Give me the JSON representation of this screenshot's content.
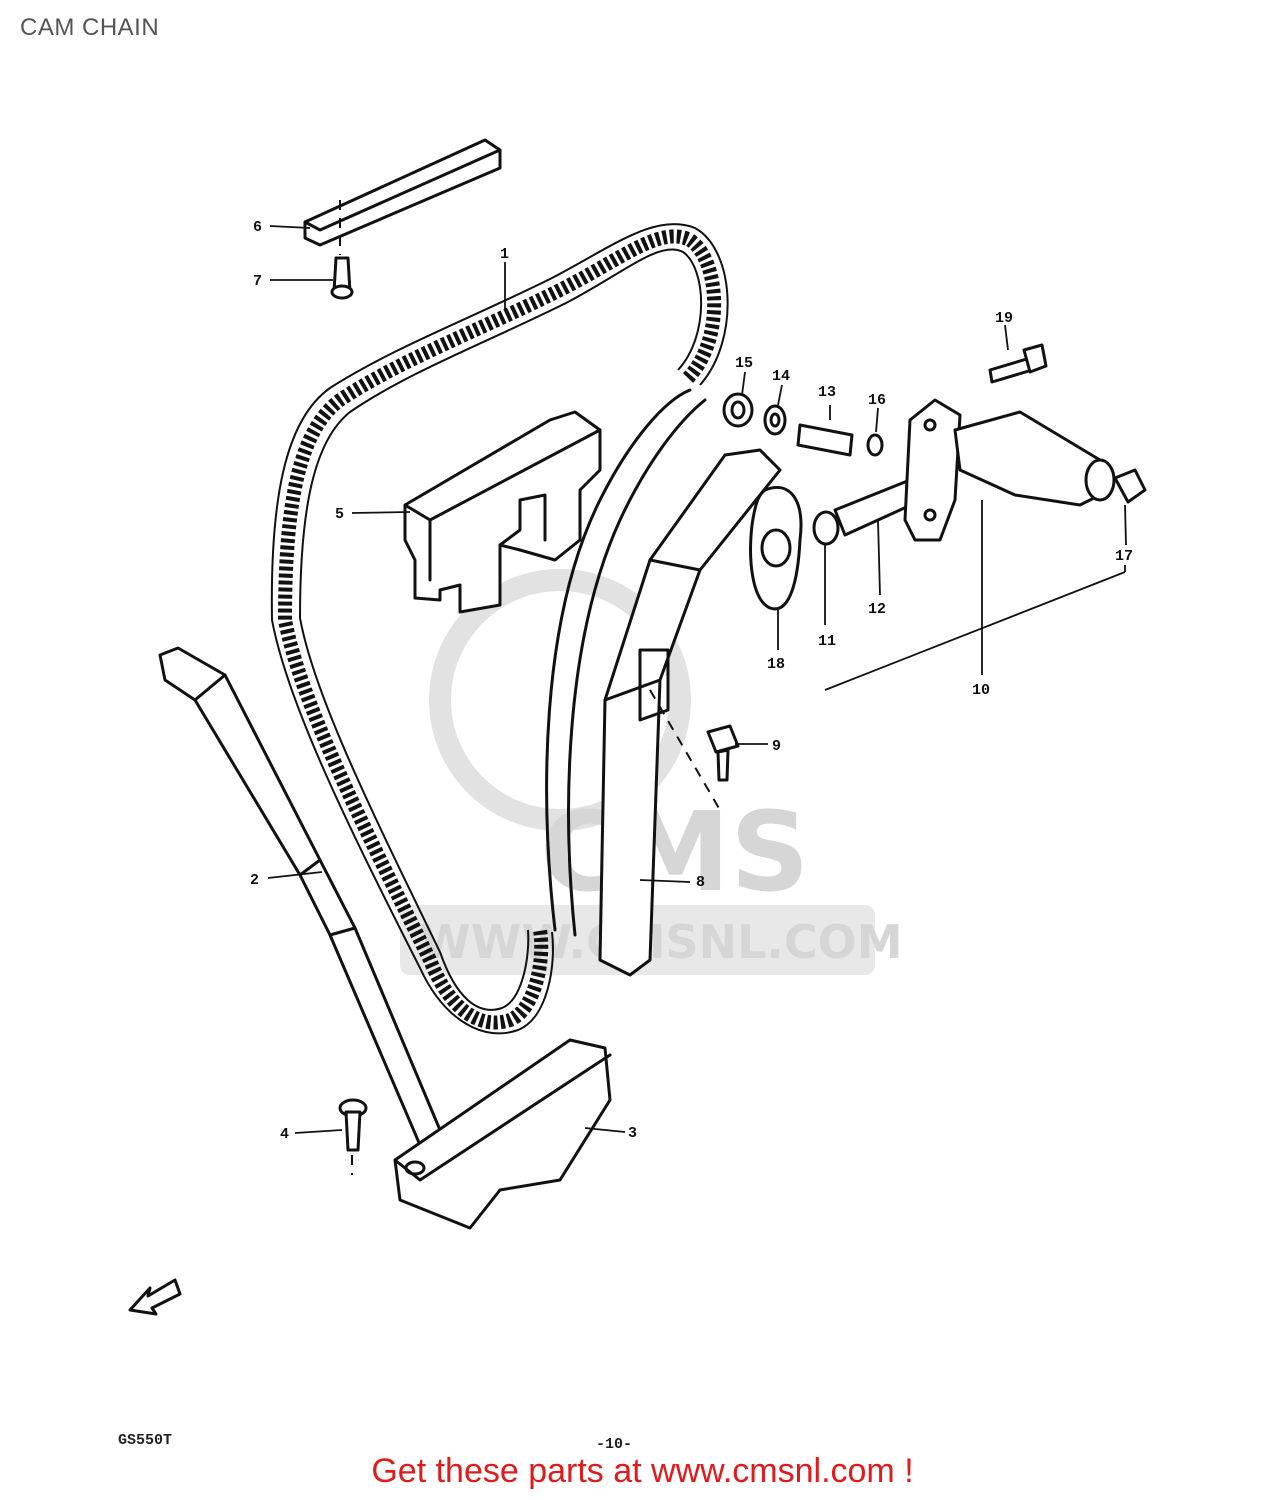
{
  "title": "CAM CHAIN",
  "watermark": {
    "logo_text": "CMS",
    "url_text": "WWW.CMSNL.COM"
  },
  "callouts": [
    "1",
    "2",
    "3",
    "4",
    "5",
    "6",
    "7",
    "8",
    "9",
    "10",
    "11",
    "12",
    "13",
    "14",
    "15",
    "16",
    "17",
    "18",
    "19"
  ],
  "footer": {
    "diagram_code": "GS550T",
    "page_number": "-10-",
    "cta_text": "Get these parts at www.cmsnl.com !"
  },
  "colors": {
    "cta": "#e01b1b",
    "ink": "#111111",
    "watermark": "#d6d6d6",
    "title": "#555555"
  }
}
